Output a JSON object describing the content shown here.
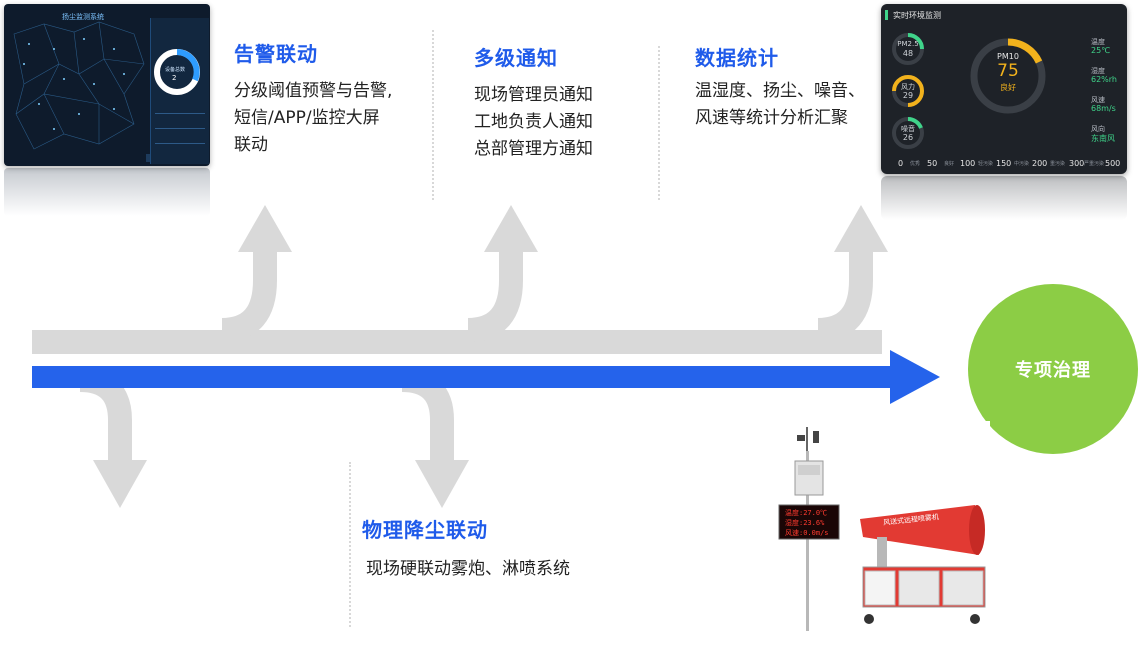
{
  "sections": {
    "alarm": {
      "title": "告警联动",
      "lines": "分级阈值预警与告警,\n短信/APP/监控大屏\n联动"
    },
    "notify": {
      "title": "多级通知",
      "lines": "现场管理员通知\n工地负责人通知\n总部管理方通知"
    },
    "stats": {
      "title": "数据统计",
      "lines": "温湿度、扬尘、噪音、\n风速等统计分析汇聚"
    },
    "dust": {
      "title": "物理降尘联动",
      "lines": "现场硬联动雾炮、淋喷系统"
    }
  },
  "goal": {
    "label": "专项治理"
  },
  "colors": {
    "accent": "#1f5bea",
    "arrow_main": "#2563eb",
    "arrow_gray": "#d9d9d9",
    "goal": "#8ccd45"
  },
  "env_panel": {
    "title": "实时环境监测",
    "pm25": {
      "label": "PM2.5",
      "value": "48"
    },
    "wind": {
      "label": "风力",
      "value": "29"
    },
    "noise": {
      "label": "噪音",
      "value": "26"
    },
    "pm10": {
      "label": "PM10",
      "value": "75",
      "status": "良好"
    },
    "readings": [
      {
        "label": "温度",
        "value": "25℃"
      },
      {
        "label": "湿度",
        "value": "62%rh"
      },
      {
        "label": "风速",
        "value": "68m/s"
      },
      {
        "label": "风向",
        "value": "东南风"
      }
    ],
    "scale": [
      "0",
      "50",
      "100",
      "150",
      "200",
      "300",
      "500"
    ],
    "scale_labels": [
      "优秀",
      "良好",
      "轻污染",
      "中污染",
      "重污染",
      "严重污染"
    ]
  },
  "dashboard": {
    "title": "扬尘监测系统",
    "ring_label": "设备总数",
    "ring_value": "2"
  },
  "led_display": {
    "line1": "温度:27.0℃",
    "line2": "湿度:23.6%",
    "line3": "风速:0.0m/s"
  },
  "cannon_text": "风送式远程喷雾机"
}
